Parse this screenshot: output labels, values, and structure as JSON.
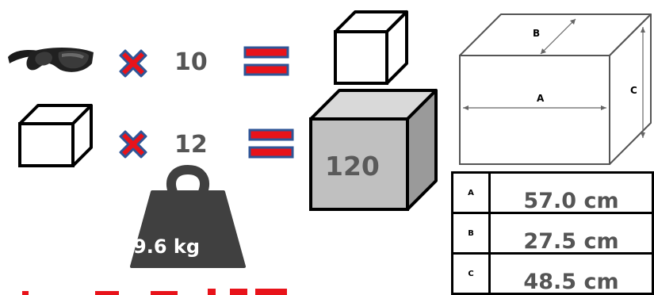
{
  "row1": {
    "multiplier": "10"
  },
  "row2": {
    "multiplier": "12"
  },
  "big_box": {
    "label": "120"
  },
  "weight": {
    "label": "9.6 kg"
  },
  "box_diagram": {
    "dim_a": "A",
    "dim_b": "B",
    "dim_c": "C"
  },
  "dimensions": [
    {
      "key": "A",
      "value": "57.0 cm"
    },
    {
      "key": "B",
      "value": "27.5 cm"
    },
    {
      "key": "C",
      "value": "48.5 cm"
    }
  ],
  "colors": {
    "times_sign": "#e8131a",
    "times_outline": "#2f5597",
    "equals_fill": "#e8131a",
    "equals_outline": "#2f5597",
    "big_box_front": "#c0c0c0",
    "big_box_side": "#9a9a9a",
    "weight_fill": "#404040"
  }
}
